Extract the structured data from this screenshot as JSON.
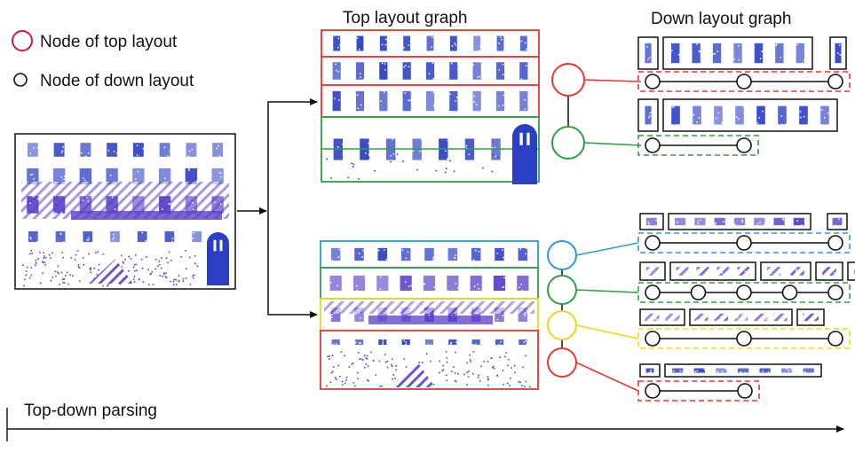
{
  "legend": {
    "top_node_label": "Node of top layout",
    "down_node_label": "Node of down layout"
  },
  "titles": {
    "top_layout_graph": "Top layout graph",
    "down_layout_graph": "Down layout graph"
  },
  "axis": {
    "label": "Top-down parsing"
  },
  "colors": {
    "legend_top_node": "#c2185b",
    "red": "#e53935",
    "green": "#2e9e45",
    "cyan": "#2f98d8",
    "yellow": "#e8d81e",
    "facade_blue": "#2a3fc4",
    "facade_violet": "#5b3fc8",
    "black": "#111111"
  },
  "branch_a": {
    "row_colors": [
      "red",
      "red",
      "red",
      "green"
    ],
    "graph_nodes": [
      {
        "color": "red",
        "down_nodes": 3
      },
      {
        "color": "green",
        "down_nodes": 2
      }
    ]
  },
  "branch_b": {
    "row_colors": [
      "cyan",
      "green",
      "yellow",
      "red"
    ],
    "graph_nodes": [
      {
        "color": "cyan",
        "down_nodes": 3
      },
      {
        "color": "green",
        "down_nodes": 5
      },
      {
        "color": "yellow",
        "down_nodes": 3
      },
      {
        "color": "red",
        "down_nodes": 2
      }
    ]
  }
}
